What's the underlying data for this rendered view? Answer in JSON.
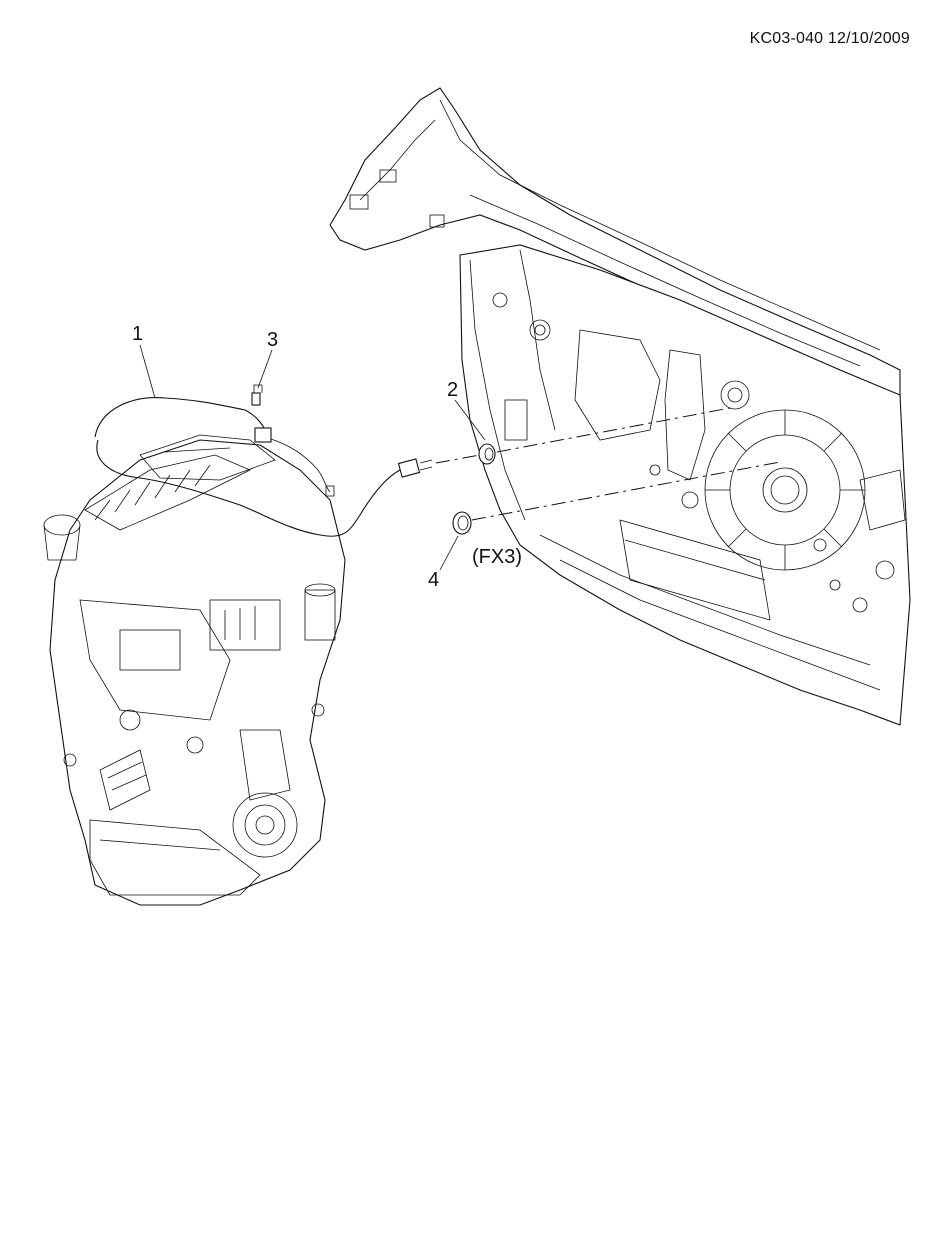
{
  "header": {
    "sheet_id": "KC03-040 12/10/2009"
  },
  "callouts": [
    {
      "id": "1",
      "label": "1"
    },
    {
      "id": "2",
      "label": "2"
    },
    {
      "id": "3",
      "label": "3"
    },
    {
      "id": "4",
      "label": "4"
    }
  ],
  "notes": {
    "item4_code": "(FX3)"
  }
}
